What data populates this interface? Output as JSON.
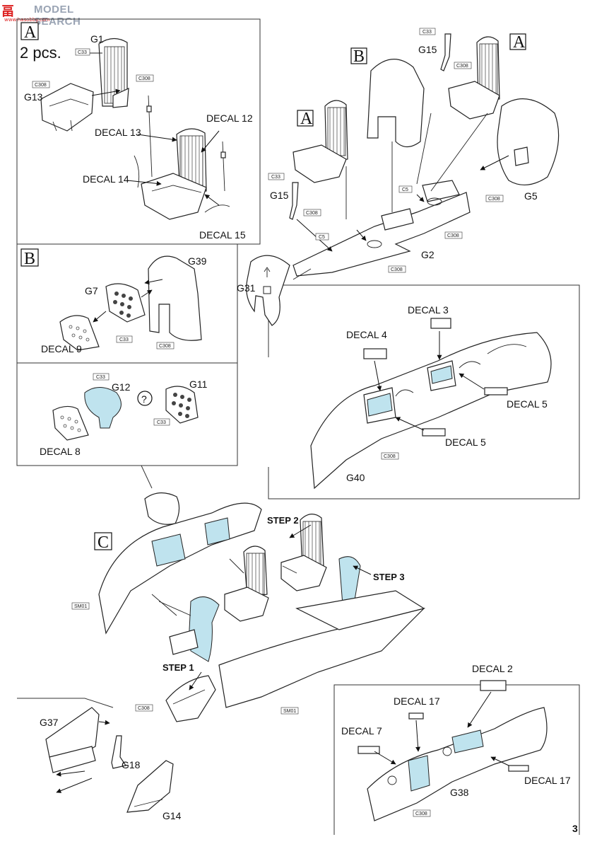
{
  "watermark": {
    "han": "畐",
    "title": "MODEL SEARCH",
    "url": "www.hasobby.com"
  },
  "page_number": "3",
  "steps": {
    "step1": "STEP 1",
    "step2": "STEP 2",
    "step3": "STEP 3"
  },
  "sections": {
    "A": {
      "letter": "A",
      "quantity": "2 pcs.",
      "labels": [
        "G1",
        "G13",
        "DECAL 13",
        "DECAL 12",
        "DECAL 14",
        "DECAL 15"
      ],
      "tags": [
        "C33",
        "C308",
        "C308"
      ]
    },
    "main": {
      "box_a1": "A",
      "box_b": "B",
      "box_a2": "A",
      "labels": [
        "G15",
        "G15",
        "G5",
        "G2",
        "G31"
      ],
      "tags": [
        "C33",
        "C308",
        "C33",
        "C308",
        "C5",
        "C5",
        "C308",
        "C308",
        "C308"
      ]
    },
    "B": {
      "letter": "B",
      "labels": [
        "G39",
        "G7",
        "DECAL 9"
      ],
      "tags": [
        "C33",
        "C308"
      ]
    },
    "alt": {
      "labels": [
        "G12",
        "G11",
        "DECAL 8"
      ],
      "question": "?",
      "tags": [
        "C33",
        "C33"
      ]
    },
    "sidewall": {
      "labels": [
        "DECAL 3",
        "DECAL 4",
        "DECAL 5",
        "DECAL 5",
        "G40"
      ],
      "tags": [
        "C308"
      ]
    },
    "C": {
      "letter": "C",
      "tags": [
        "SM01",
        "SM01",
        "C308"
      ]
    },
    "floor": {
      "labels": [
        "G37",
        "G18",
        "G14"
      ]
    },
    "right": {
      "labels": [
        "DECAL 2",
        "DECAL 17",
        "DECAL 7",
        "DECAL 17",
        "G38"
      ],
      "tags": [
        "C308"
      ]
    }
  }
}
